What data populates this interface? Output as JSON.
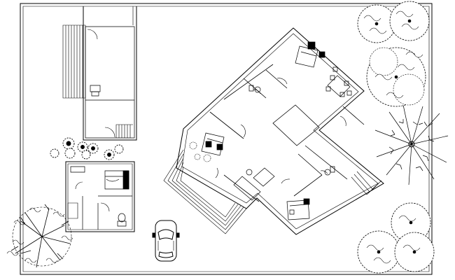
{
  "drawing": {
    "type": "site-floor-plan",
    "line_color": "#000000",
    "background": "#ffffff",
    "text_labels": []
  },
  "elements": {
    "site_boundary": "plot-boundary",
    "outbuilding_upper": "outbuilding-stair-block",
    "outbuilding_lower": "outbuilding-bed-bath",
    "main_house": "rotated-main-residence",
    "car": "car",
    "palm": "palm-tree",
    "trees": [
      "tree-canopy-top-right",
      "tree-canopy-right",
      "tree-canopy-bottom-right",
      "tree-bottom-left"
    ],
    "shrubs": "shrub-cluster"
  }
}
